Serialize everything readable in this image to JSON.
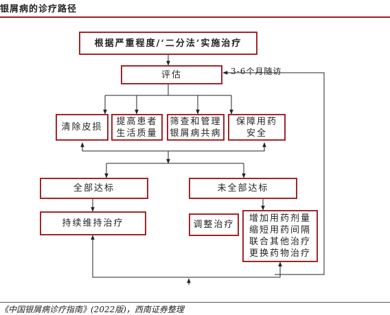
{
  "title": "银屑病的诊疗路径",
  "nodes": {
    "top": "根据严重程度/‘二分法’实施治疗",
    "assess": "评估",
    "followup": "3-6个月随访",
    "skin": "清除皮损",
    "quality": [
      "提高患者",
      "生活质量"
    ],
    "comorbid": [
      "筛查和管理",
      "银屑病共病"
    ],
    "safety": [
      "保障用药",
      "安全"
    ],
    "all_met": "全部达标",
    "not_met": "未全部达标",
    "maintain": "持续维持治疗",
    "adjust": "调整治疗",
    "options": [
      "增加用药剂量",
      "缩短用药间隔",
      "联合其他治疗",
      "更换药物治疗"
    ]
  },
  "source": "《中国银屑病诊疗指南》(2022版)，西南证券整理"
}
